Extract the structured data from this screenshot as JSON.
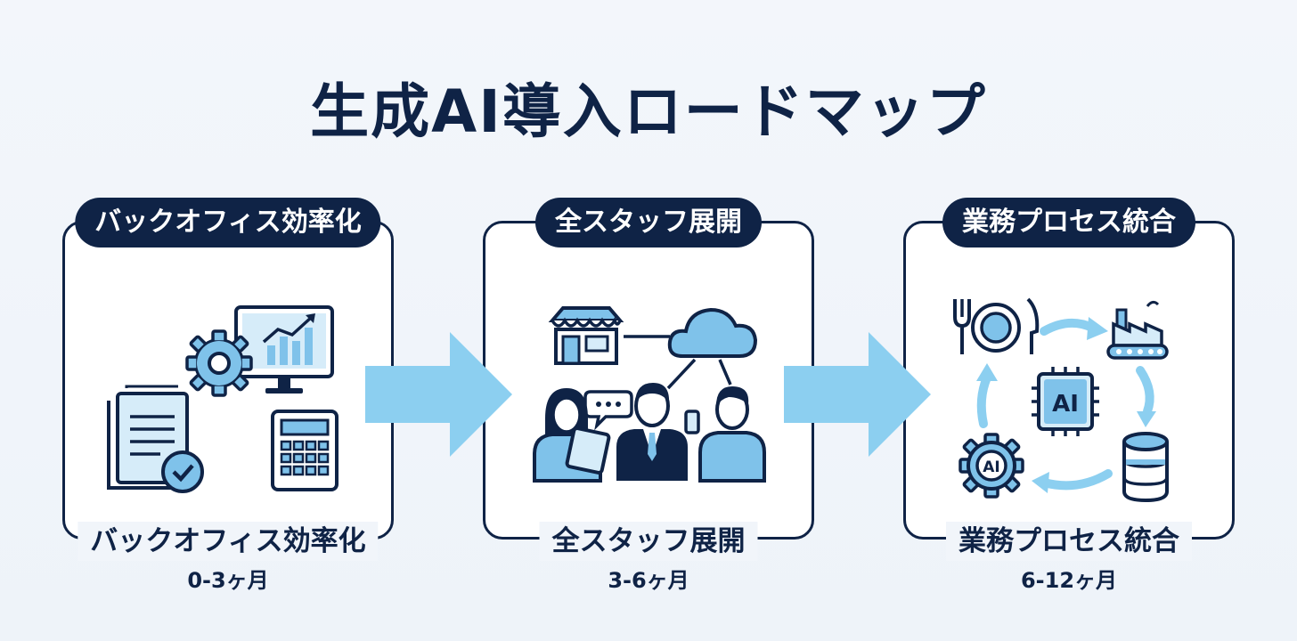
{
  "title": "生成AI導入ロードマップ",
  "phases": [
    {
      "pill": "バックオフィス効率化",
      "caption": "バックオフィス効率化",
      "period": "0-3ヶ月"
    },
    {
      "pill": "全スタッフ展開",
      "caption": "全スタッフ展開",
      "period": "3-6ヶ月"
    },
    {
      "pill": "業務プロセス統合",
      "caption": "業務プロセス統合",
      "period": "6-12ヶ月"
    }
  ],
  "icon_labels": {
    "chip": "AI",
    "gear": "AI"
  },
  "colors": {
    "navy": "#0f2346",
    "light_blue": "#8ccff0",
    "icon_fill": "#7fc2ea"
  }
}
